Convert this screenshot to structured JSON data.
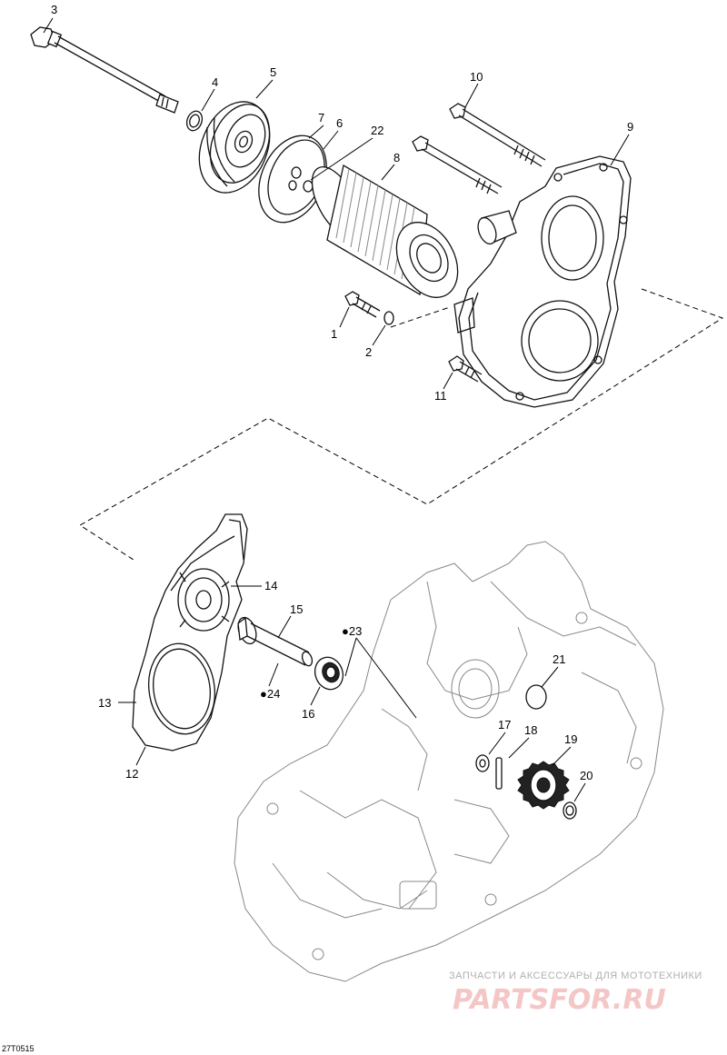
{
  "drawing_code": "27T0515",
  "watermark": {
    "tagline": "ЗАПЧАСТИ И АКСЕССУАРЫ ДЛЯ МОТОТЕХНИКИ",
    "logo": "PARTSFOR.RU"
  },
  "callouts": {
    "p1": "1",
    "p2": "2",
    "p3": "3",
    "p4": "4",
    "p5": "5",
    "p6": "6",
    "p7": "7",
    "p8": "8",
    "p9": "9",
    "p10": "10",
    "p11": "11",
    "p12": "12",
    "p13": "13",
    "p14": "14",
    "p15": "15",
    "p16": "16",
    "p17": "17",
    "p18": "18",
    "p19": "19",
    "p20": "20",
    "p21": "21",
    "p22": "22",
    "p23": "23",
    "p24": "24"
  }
}
